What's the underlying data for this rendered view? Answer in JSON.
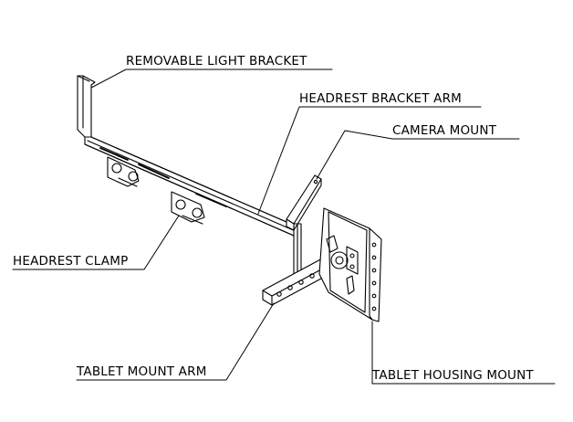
{
  "labels": {
    "removable_light_bracket": "REMOVABLE LIGHT BRACKET",
    "headrest_bracket_arm": "HEADREST BRACKET ARM",
    "camera_mount": "CAMERA MOUNT",
    "headrest_clamp": "HEADREST CLAMP",
    "tablet_mount_arm": "TABLET MOUNT ARM",
    "tablet_housing_mount": "TABLET HOUSING MOUNT"
  }
}
